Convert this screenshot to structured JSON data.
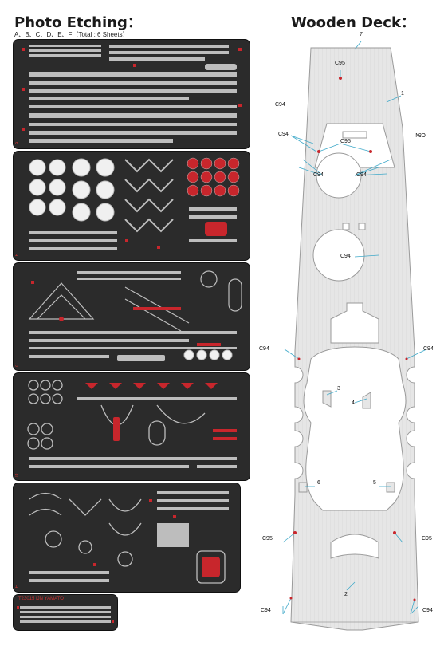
{
  "photo_etching": {
    "title": "Photo Etching：",
    "subtitle": "A、B、C、D、E、F（Total : 6 Sheets）",
    "sheet_f_label": "T23015 IJN YAMATO"
  },
  "wooden_deck": {
    "title": "Wooden Deck：",
    "labels": {
      "part_1": "1",
      "part_2": "2",
      "part_3": "3",
      "part_4": "4",
      "part_5": "5",
      "part_6": "6",
      "part_7": "7",
      "c94": "C94",
      "c95": "C95",
      "c94_mirrored": "C94"
    }
  },
  "colors": {
    "sheet_bg": "#2b2b2b",
    "etch_gray": "#bdbdbd",
    "etch_red": "#c8262c",
    "deck_fill": "#e6e6e6",
    "deck_line": "#d2d2d2",
    "leader_line": "#3fa9c9"
  }
}
